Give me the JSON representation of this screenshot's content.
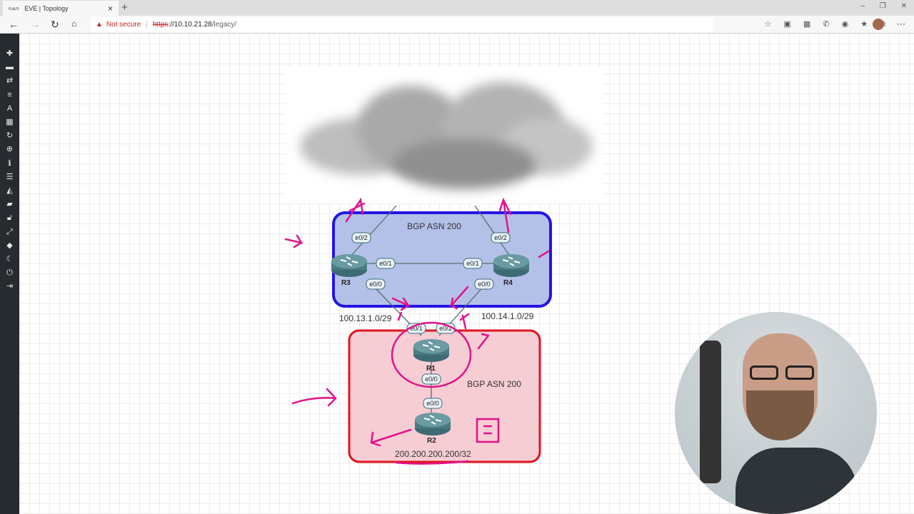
{
  "browser": {
    "tab_title": "EVE | Topology",
    "tab_logo": "eve",
    "warning": "Not secure",
    "url_scheme": "https",
    "url_host": "://10.10.21.28",
    "url_path": "/legacy/"
  },
  "sidebar": {
    "items": [
      "add-icon",
      "nodes-icon",
      "networks-icon",
      "startup-configs-icon",
      "text-icon",
      "grid-icon",
      "refresh-icon",
      "zoom-icon",
      "info-icon",
      "list-icon",
      "lab-icon",
      "chat-icon",
      "lock-icon",
      "fullscreen-icon",
      "tag-icon",
      "dark-mode-icon",
      "power-icon",
      "logout-icon"
    ]
  },
  "topology": {
    "top_box": {
      "label": "BGP ASN 200",
      "border": "#2414e6",
      "fill": "#b3c1e8"
    },
    "bottom_box": {
      "label": "BGP ASN 200",
      "border": "#e0141e",
      "fill": "#f6cdd3"
    },
    "routers": {
      "r3": "R3",
      "r4": "R4",
      "r1": "R1",
      "r2": "R2"
    },
    "ifaces": {
      "r3_e02": "e0/2",
      "r3_e01": "e0/1",
      "r3_e00": "e0/0",
      "r4_e02": "e0/2",
      "r4_e01": "e0/1",
      "r4_e00": "e0/0",
      "r1_e01": "e0/1",
      "r1_e02": "e0/2",
      "r1_e00": "e0/0",
      "r2_e00": "e0/0"
    },
    "subnets": {
      "left": "100.13.1.0/29",
      "right": "100.14.1.0/29",
      "bottom": "200.200.200.200/32"
    },
    "annotation_color": "#e0138c"
  }
}
